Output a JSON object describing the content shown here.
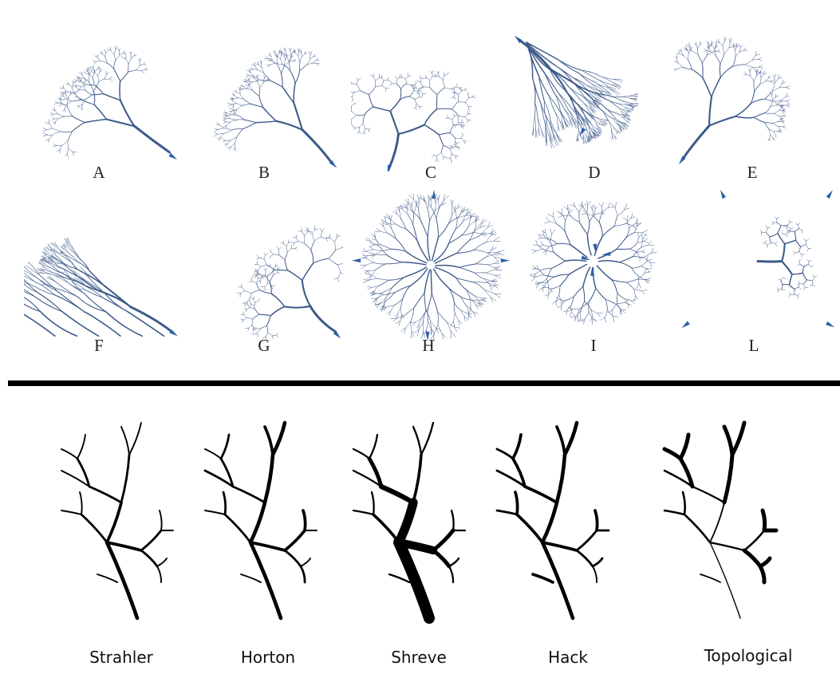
{
  "drainage_patterns": [
    {
      "letter": "A"
    },
    {
      "letter": "B"
    },
    {
      "letter": "C"
    },
    {
      "letter": "D"
    },
    {
      "letter": "E"
    },
    {
      "letter": "F"
    },
    {
      "letter": "G"
    },
    {
      "letter": "H"
    },
    {
      "letter": "I"
    },
    {
      "letter": "L"
    }
  ],
  "stream_orders": [
    {
      "name": "Strahler"
    },
    {
      "name": "Horton"
    },
    {
      "name": "Shreve"
    },
    {
      "name": "Hack"
    },
    {
      "name": "Topological"
    }
  ],
  "colors": {
    "river_line": "#3d5a8a",
    "river_arrow": "#2b5fa8",
    "tree_line": "#000000",
    "divider": "#000000",
    "background": "#ffffff"
  }
}
